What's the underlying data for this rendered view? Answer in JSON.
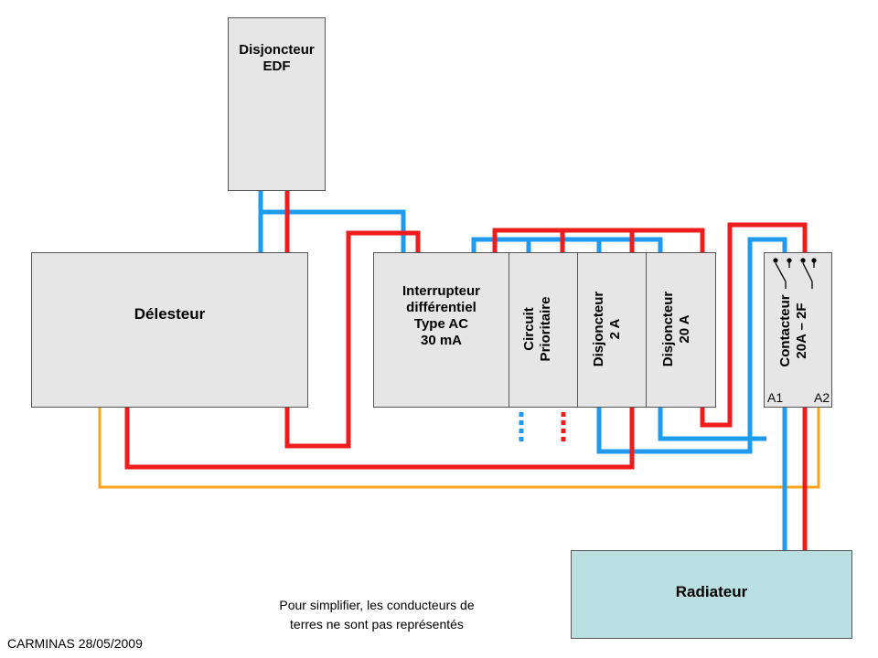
{
  "boxes": {
    "disjoncteur_edf": [
      "Disjoncteur",
      "EDF"
    ],
    "delesteur": "Délesteur",
    "interrupteur": [
      "Interrupteur",
      "différentiel",
      "Type AC",
      "30 mA"
    ],
    "circuit_prioritaire": [
      "Circuit",
      "Prioritaire"
    ],
    "disjoncteur_2a": [
      "Disjoncteur",
      "2 A"
    ],
    "disjoncteur_20a": [
      "Disjoncteur",
      "20 A"
    ],
    "contacteur": [
      "Contacteur",
      "20A – 2F"
    ],
    "terminal_a1": "A1",
    "terminal_a2": "A2",
    "radiateur": "Radiateur"
  },
  "note": [
    "Pour simplifier, les conducteurs de",
    "terres ne sont pas représentés"
  ],
  "author": "CARMINAS 28/05/2009",
  "colors": {
    "neutral_wire": "#1e9bf0",
    "phase_wire": "#ee1c1c",
    "control_wire": "#f7a31c",
    "box_fill": "#e6e6e6",
    "radiator_fill": "#b9dfe1"
  }
}
